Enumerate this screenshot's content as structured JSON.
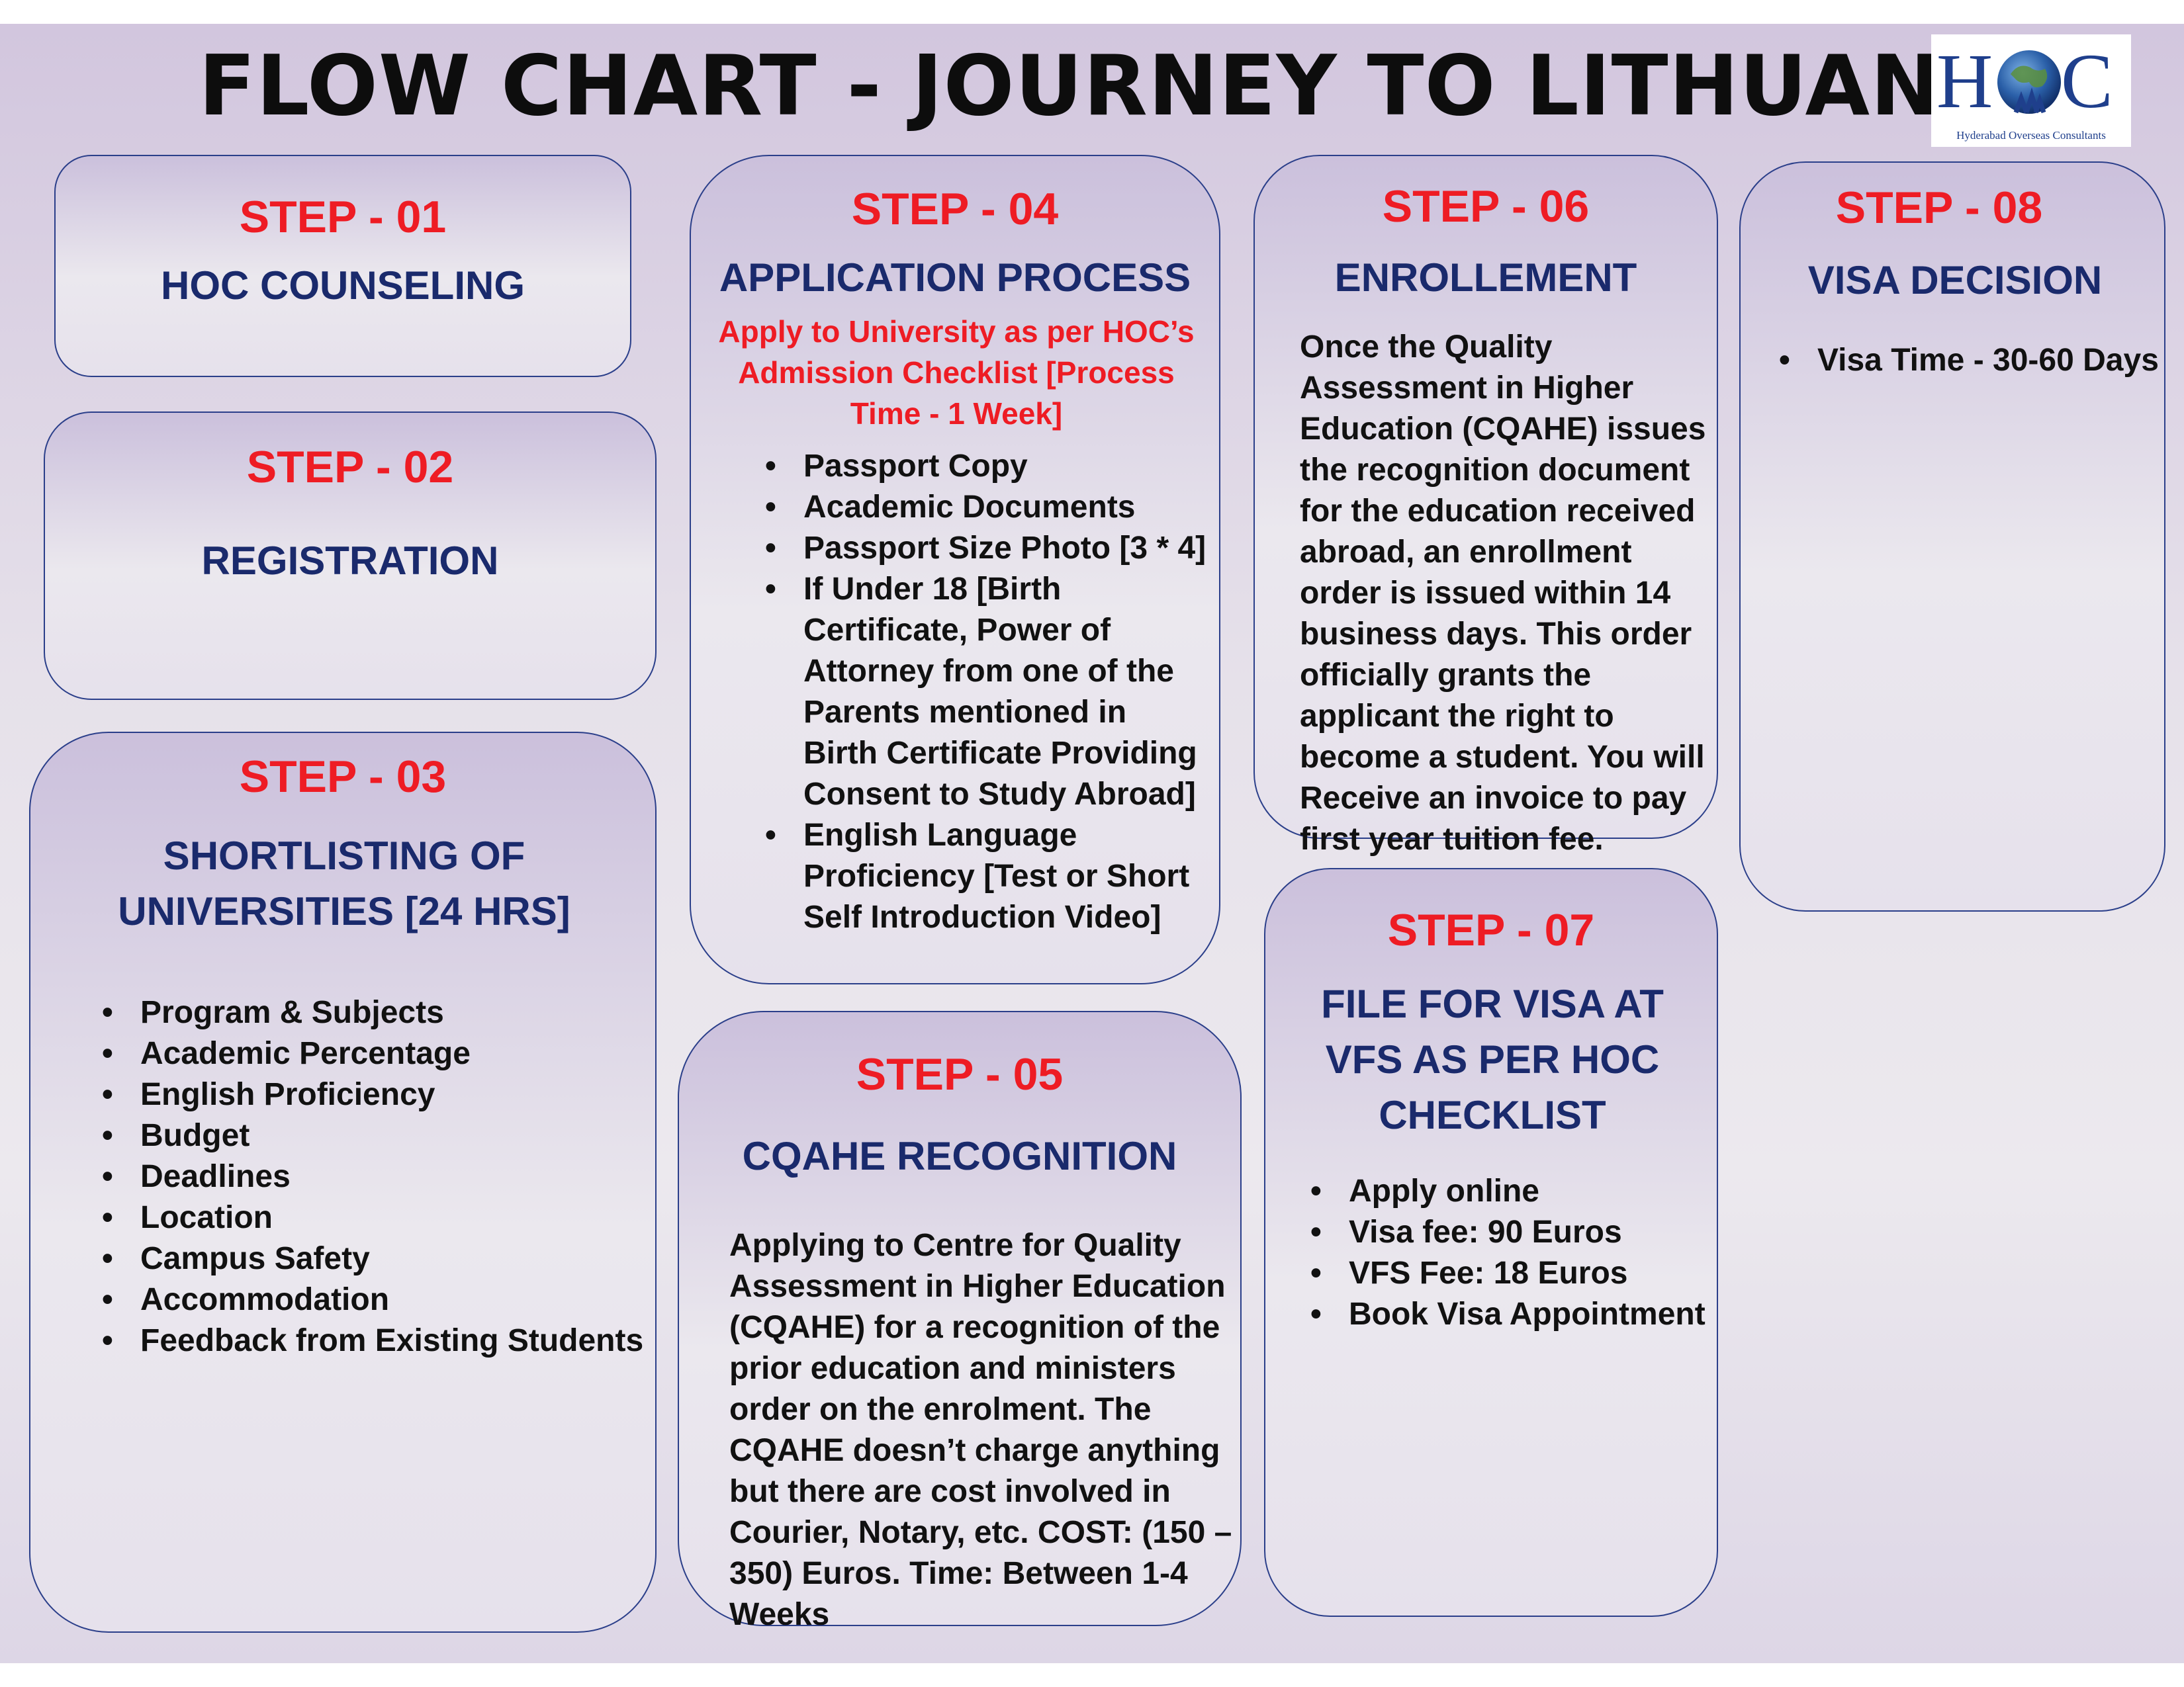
{
  "title": "FLOW CHART - JOURNEY TO LITHUANIA",
  "logo": {
    "text_left": "H",
    "text_right": "C",
    "tagline": "Hyderabad Overseas Consultants"
  },
  "steps": [
    {
      "step": "STEP - 01",
      "heading": "HOC COUNSELING"
    },
    {
      "step": "STEP - 02",
      "heading": "REGISTRATION"
    },
    {
      "step": "STEP - 03",
      "heading": "SHORTLISTING OF UNIVERSITIES [24 HRS]",
      "items": [
        "Program & Subjects",
        "Academic Percentage",
        "English Proficiency",
        "Budget",
        "Deadlines",
        "Location",
        "Campus Safety",
        "Accommodation",
        "Feedback from Existing Students"
      ]
    },
    {
      "step": "STEP - 04",
      "heading": "APPLICATION PROCESS",
      "note": "Apply to University as per HOC’s Admission Checklist [Process Time - 1 Week]",
      "items": [
        "Passport Copy",
        "Academic Documents",
        "Passport Size Photo [3 * 4]",
        "If Under 18 [Birth Certificate, Power of Attorney from one of the Parents mentioned in Birth Certificate Providing Consent to Study Abroad]",
        "English Language Proficiency [Test or Short Self Introduction Video]"
      ]
    },
    {
      "step": "STEP - 05",
      "heading": "CQAHE RECOGNITION",
      "text": "Applying to Centre for Quality Assessment in Higher Education (CQAHE) for a recognition of the prior education and ministers order on the enrolment. The CQAHE doesn’t charge anything but there are cost involved in Courier, Notary, etc. COST: (150 – 350) Euros. Time: Between 1-4 Weeks"
    },
    {
      "step": "STEP - 06",
      "heading": "ENROLLEMENT",
      "text": "Once the Quality Assessment in Higher Education (CQAHE) issues the recognition document for the education received abroad, an enrollment order is issued within 14 business days. This order officially grants the applicant the right to become a student. You will Receive an invoice to pay first year tuition fee."
    },
    {
      "step": "STEP - 07",
      "heading": "FILE FOR VISA AT VFS AS PER HOC CHECKLIST",
      "items": [
        "Apply online",
        "Visa fee: 90 Euros",
        "VFS Fee: 18 Euros",
        "Book Visa Appointment"
      ]
    },
    {
      "step": "STEP - 08",
      "heading": "VISA DECISION",
      "items": [
        "Visa Time - 30-60 Days"
      ]
    }
  ],
  "colors": {
    "step": "#ee1c24",
    "heading": "#1a2a6c",
    "border": "#2b3f8a",
    "body": "#111111"
  }
}
